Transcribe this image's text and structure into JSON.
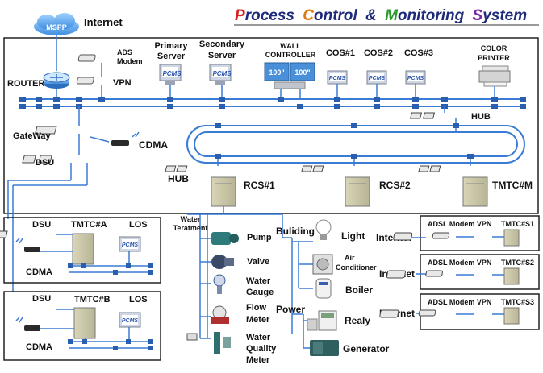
{
  "title": {
    "words": [
      {
        "initial": "P",
        "rest": "rocess",
        "initial_color": "#d62020"
      },
      {
        "initial": "C",
        "rest": "ontrol",
        "initial_color": "#e07a10"
      },
      {
        "initial": "&",
        "rest": "",
        "initial_color": "#1e2a7a"
      },
      {
        "initial": "M",
        "rest": "onitoring",
        "initial_color": "#2a9a2a"
      },
      {
        "initial": "S",
        "rest": "ystem",
        "initial_color": "#7a2aa0"
      }
    ],
    "text_color": "#1e2a7a"
  },
  "labels": {
    "mspp": "MSPP",
    "internet": "Internet",
    "ads_modem_1": "ADS",
    "ads_modem_2": "Modem",
    "vpn": "VPN",
    "router": "ROUTER",
    "primary_1": "Primary",
    "primary_2": "Server",
    "secondary_1": "Secondary",
    "secondary_2": "Server",
    "wall_1": "WALL",
    "wall_2": "CONTROLLER",
    "wall_screen": "100\"",
    "cos1": "COS#1",
    "cos2": "COS#2",
    "cos3": "COS#3",
    "printer_1": "COLOR",
    "printer_2": "PRINTER",
    "pcms": "PCMS",
    "hub_top": "HUB",
    "gateway": "GateWay",
    "cdma_top": "CDMA",
    "dsu_top": "DSU",
    "hub_mid": "HUB",
    "rcs1": "RCS#1",
    "rcs2": "RCS#2",
    "tmtc_m": "TMTC#M",
    "water_1": "Water",
    "water_2": "Teratment",
    "pump": "Pump",
    "valve": "Valve",
    "wg_1": "Water",
    "wg_2": "Gauge",
    "fm_1": "Flow",
    "fm_2": "Meter",
    "wq_1": "Water",
    "wq_2": "Quality",
    "wq_3": "Meter",
    "building": "Buliding",
    "light": "Light",
    "ac_1": "Air",
    "ac_2": "Conditioner",
    "boiler": "Boiler",
    "power": "Power",
    "realy": "Realy",
    "generator": "Generator",
    "dsu_a": "DSU",
    "tmtc_a": "TMTC#A",
    "los_a": "LOS",
    "cdma_a": "CDMA",
    "dsu_b": "DSU",
    "tmtc_b": "TMTC#B",
    "los_b": "LOS",
    "cdma_b": "CDMA",
    "internet_r1": "Internet",
    "internet_r2": "Internet",
    "internet_r3": "Internet",
    "adsl_1": "ADSL Modem VPN",
    "adsl_2": "ADSL Modem VPN",
    "adsl_3": "ADSL Modem VPN",
    "tmtc_s1": "TMTC#S1",
    "tmtc_s2": "TMTC#S2",
    "tmtc_s3": "TMTC#S3"
  },
  "colors": {
    "network_line": "#3a7bd5",
    "connector": "#2a5fb0",
    "border": "#222222"
  }
}
